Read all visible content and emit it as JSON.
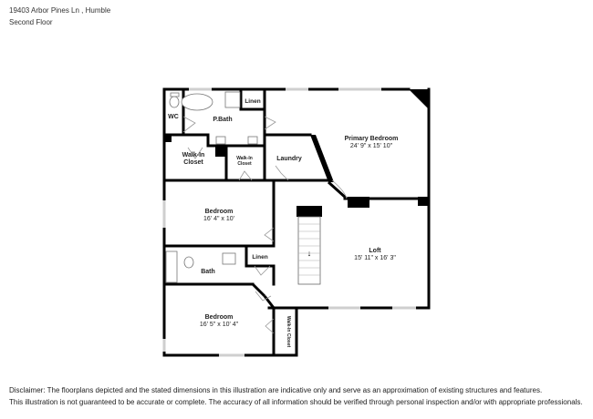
{
  "header": {
    "address": "19403 Arbor Pines Ln , Humble",
    "floor": "Second Floor"
  },
  "rooms": [
    {
      "name": "WC",
      "dims": ""
    },
    {
      "name": "P.Bath",
      "dims": ""
    },
    {
      "name": "Linen",
      "dims": ""
    },
    {
      "name": "Primary Bedroom",
      "dims": "24' 9\" x 15' 10\""
    },
    {
      "name": "Walk-In Closet",
      "dims": ""
    },
    {
      "name": "Walk-In Closet",
      "dims": ""
    },
    {
      "name": "Laundry",
      "dims": ""
    },
    {
      "name": "Bedroom",
      "dims": "16' 4\" x 10'"
    },
    {
      "name": "Bath",
      "dims": ""
    },
    {
      "name": "Linen",
      "dims": ""
    },
    {
      "name": "Loft",
      "dims": "15' 11\" x 16' 3\""
    },
    {
      "name": "Bedroom",
      "dims": "16' 5\" x 10' 4\""
    },
    {
      "name": "Walk-In Closet",
      "dims": ""
    }
  ],
  "labels": {
    "wc": "WC",
    "pbath": "P.Bath",
    "linen1": "Linen",
    "primary_name": "Primary Bedroom",
    "primary_dims": "24' 9\" x 15' 10\"",
    "wic1_a": "Walk-In",
    "wic1_b": "Closet",
    "wic2_a": "Walk-In",
    "wic2_b": "Closet",
    "laundry": "Laundry",
    "bed1_name": "Bedroom",
    "bed1_dims": "16' 4\" x 10'",
    "bath": "Bath",
    "linen2": "Linen",
    "loft_name": "Loft",
    "loft_dims": "15' 11\" x 16' 3\"",
    "bed2_name": "Bedroom",
    "bed2_dims": "16' 5\" x 10' 4\"",
    "wic3": "Walk-In Closet"
  },
  "disclaimer": {
    "line1": "Disclaimer: The floorplans depicted and the stated dimensions in this illustration are indicative only and serve as an approximation of existing structures and features.",
    "line2": "This illustration is not guaranteed to be accurate or complete. The accuracy of all information should be verified through personal inspection and/or with appropriate professionals."
  },
  "colors": {
    "wall": "#000000",
    "window": "#c8c8c8",
    "background": "#ffffff"
  }
}
